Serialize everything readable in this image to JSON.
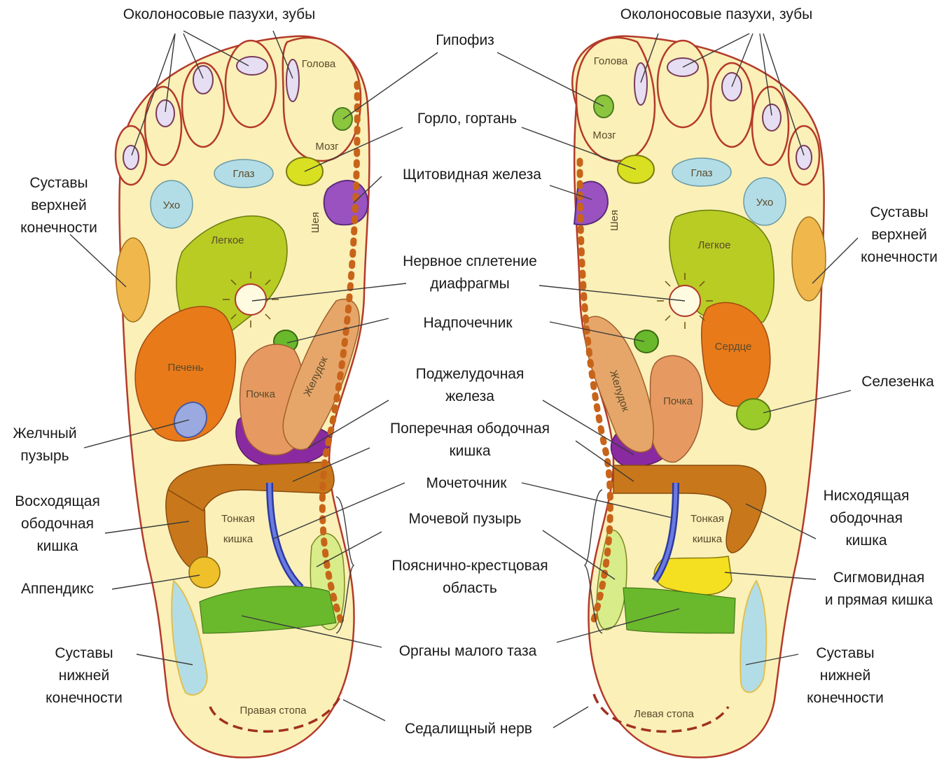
{
  "feet": {
    "right": "Правая  стопа",
    "left": "Левая  стопа"
  },
  "organs": {
    "head": "Голова",
    "brain": "Мозг",
    "eye": "Глаз",
    "ear": "Ухо",
    "neck": "Шея",
    "lung": "Легкое",
    "liver": "Печень",
    "kidney": "Почка",
    "stomach": "Желудок",
    "small_intestine_1": "Тонкая",
    "small_intestine_2": "кишка",
    "heart": "Сердце"
  },
  "labels": {
    "sinuses": "Околоносовые пазухи, зубы",
    "pituitary": "Гипофиз",
    "throat": "Горло, гортань",
    "thyroid": "Щитовидная железа",
    "solar_1": "Нервное сплетение",
    "solar_2": "диафрагмы",
    "adrenal": "Надпочечник",
    "pancreas_1": "Поджелудочная",
    "pancreas_2": "железа",
    "transverse_1": "Поперечная ободочная",
    "transverse_2": "кишка",
    "ureter": "Мочеточник",
    "bladder": "Мочевой пузырь",
    "lumbar_1": "Пояснично-крестцовая",
    "lumbar_2": "область",
    "pelvic": "Органы малого таза",
    "sciatic": "Седалищный нерв",
    "upper_joints_1": "Суставы",
    "upper_joints_2": "верхней",
    "upper_joints_3": "конечности",
    "gall_1": "Желчный",
    "gall_2": "пузырь",
    "ascending_1": "Восходящая",
    "ascending_2": "ободочная",
    "ascending_3": "кишка",
    "appendix": "Аппендикс",
    "lower_joints_1": "Суставы",
    "lower_joints_2": "нижней",
    "lower_joints_3": "конечности",
    "spleen": "Селезенка",
    "descending_1": "Нисходящая",
    "descending_2": "ободочная",
    "descending_3": "кишка",
    "sigmoid_1": "Сигмовидная",
    "sigmoid_2": "и прямая кишка"
  }
}
